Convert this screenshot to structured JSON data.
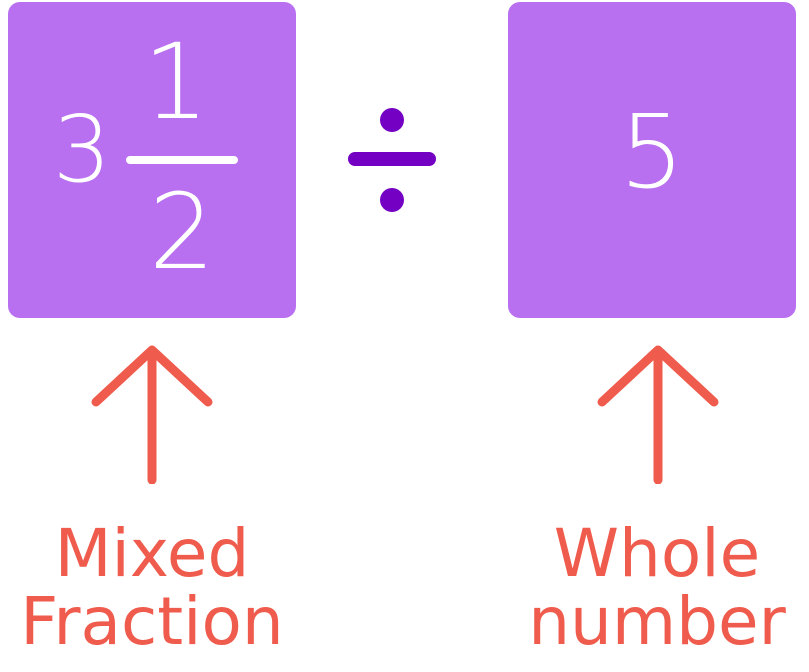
{
  "expression": {
    "mixed_fraction": {
      "whole": "3",
      "numerator": "1",
      "denominator": "2"
    },
    "operator": "÷",
    "whole_number": "5"
  },
  "labels": {
    "left": [
      "Mixed",
      "Fraction"
    ],
    "right": [
      "Whole",
      "number"
    ]
  },
  "icons": {
    "operator": "division-icon",
    "pointer": "arrow-up-icon"
  },
  "colors": {
    "card": "#b86ff0",
    "digits": "#ffffff",
    "operator": "#7400c4",
    "arrow": "#ef5b4c",
    "label": "#ef5b4c"
  }
}
